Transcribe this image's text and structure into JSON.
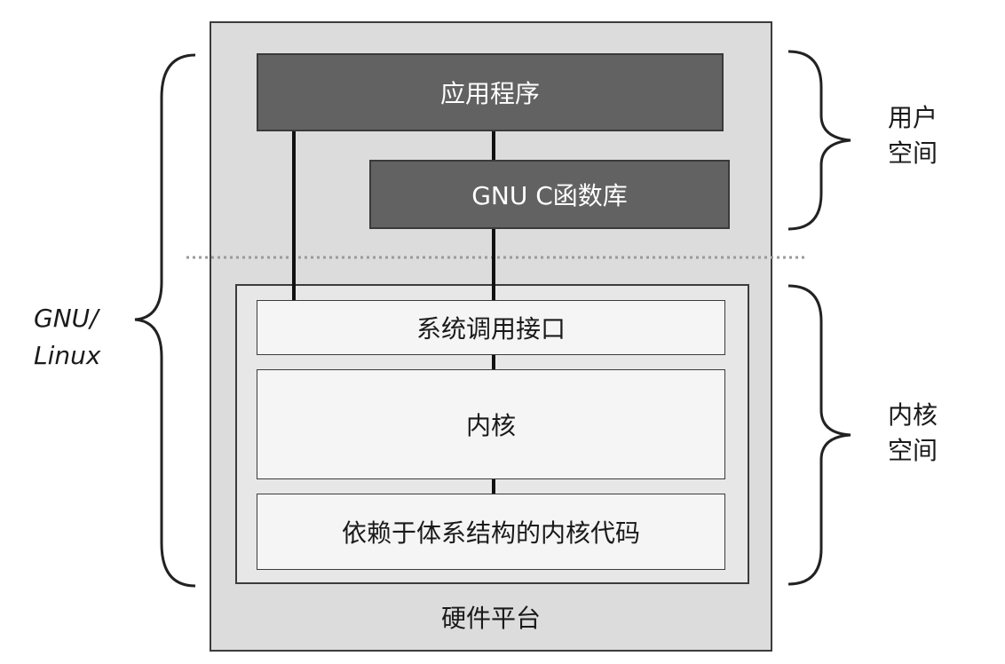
{
  "diagram": {
    "boxes": {
      "application": "应用程序",
      "gnu_c_library": "GNU C函数库",
      "syscall_interface": "系统调用接口",
      "kernel": "内核",
      "arch_dependent_kernel_code": "依赖于体系结构的内核代码",
      "hardware_platform": "硬件平台"
    },
    "side_labels": {
      "user_space_line1": "用户",
      "user_space_line2": "空间",
      "kernel_space_line1": "内核",
      "kernel_space_line2": "空间",
      "gnu_linux_line1": "GNU/",
      "gnu_linux_line2": "Linux"
    },
    "colors": {
      "dark_box": "#626262",
      "light_box": "#f5f5f5",
      "frame": "#dcdcdc",
      "connector": "#111111",
      "separator": "#9a9a9a"
    }
  }
}
